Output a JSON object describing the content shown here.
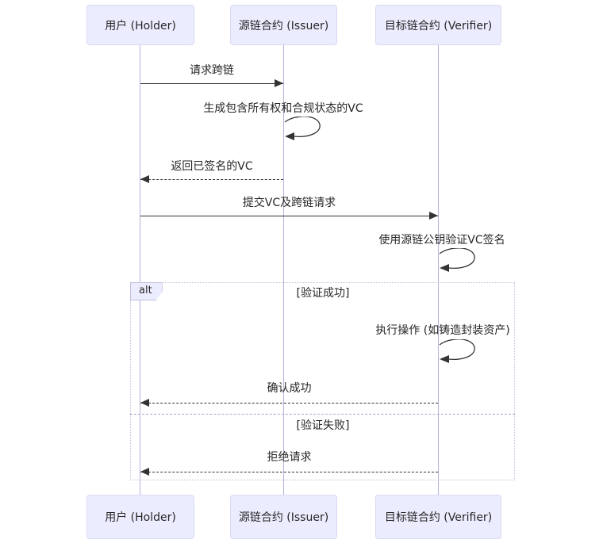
{
  "diagram_type": "sequence",
  "actors": [
    {
      "id": "holder",
      "label": "用户 (Holder)"
    },
    {
      "id": "issuer",
      "label": "源链合约 (Issuer)"
    },
    {
      "id": "verifier",
      "label": "目标链合约 (Verifier)"
    }
  ],
  "messages": [
    {
      "label": "请求跨链",
      "from": "holder",
      "to": "issuer",
      "line": "solid"
    },
    {
      "label": "生成包含所有权和合规状态的VC",
      "from": "issuer",
      "to": "issuer",
      "line": "self"
    },
    {
      "label": "返回已签名的VC",
      "from": "issuer",
      "to": "holder",
      "line": "dashed"
    },
    {
      "label": "提交VC及跨链请求",
      "from": "holder",
      "to": "verifier",
      "line": "solid"
    },
    {
      "label": "使用源链公钥验证VC签名",
      "from": "verifier",
      "to": "verifier",
      "line": "self"
    },
    {
      "label": "执行操作 (如铸造封装资产)",
      "from": "verifier",
      "to": "verifier",
      "line": "self"
    },
    {
      "label": "确认成功",
      "from": "verifier",
      "to": "holder",
      "line": "dashed"
    },
    {
      "label": "拒绝请求",
      "from": "verifier",
      "to": "holder",
      "line": "dashed"
    }
  ],
  "alt": {
    "label": "alt",
    "conditions": [
      "[验证成功]",
      "[验证失败]"
    ]
  },
  "colors": {
    "actor_fill": "#ececff",
    "actor_border": "#d9d9f3",
    "lifeline": "#b3b3dd",
    "arrow": "#333333",
    "text": "#262626",
    "frame": "#c0c0dd",
    "divider": "#a6a6c8",
    "bg": "#ffffff"
  }
}
